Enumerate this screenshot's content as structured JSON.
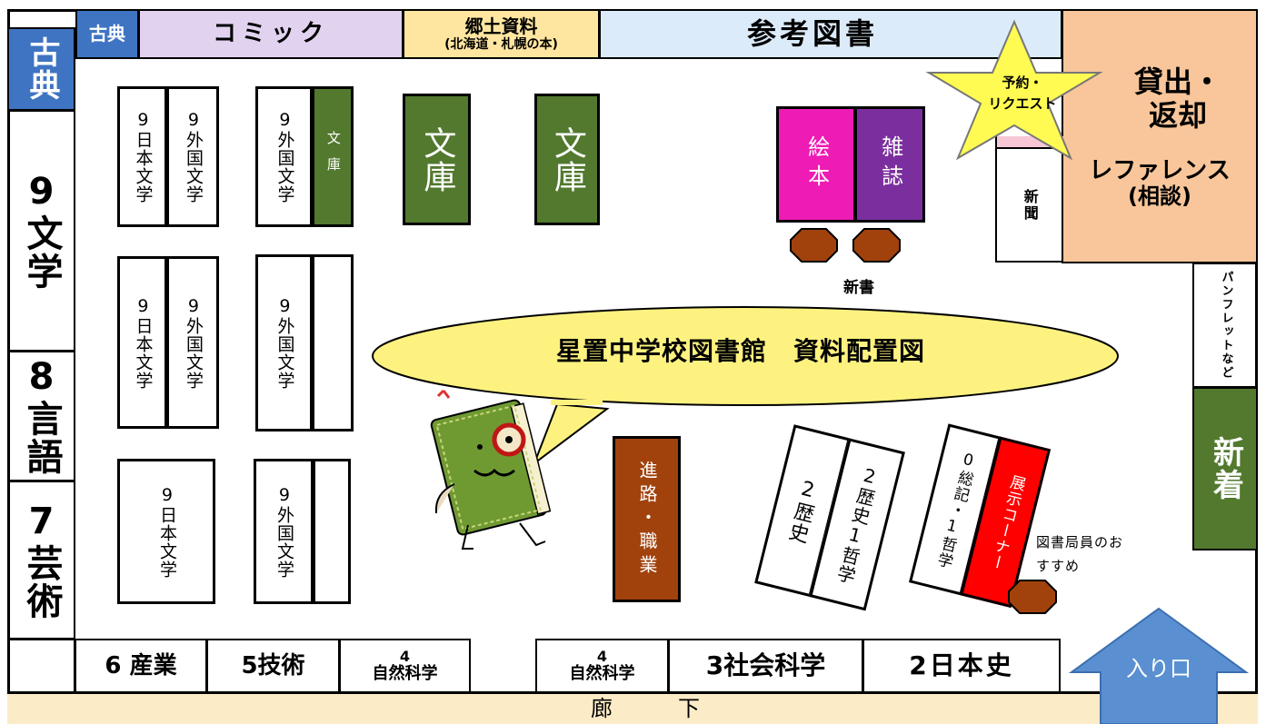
{
  "colors": {
    "purple_band": "#e1d3f0",
    "yellow_band": "#ffe6a0",
    "blue_band": "#dcebfa",
    "blue_cell": "#3f74c2",
    "orange": "#f8c69a",
    "green": "#52792e",
    "magenta": "#ee1bb4",
    "violet": "#7b2f9e",
    "brown": "#a1420d",
    "red": "#ff0000",
    "bubble": "#fdf280",
    "star": "#fffb52",
    "hallway": "#fbecc7",
    "entrance": "#5a90d1"
  },
  "title": "星置中学校図書館　資料配置図",
  "top": {
    "koten": "古典",
    "comic": "コミック",
    "kyodo": "郷土資料",
    "kyodo_sub": "(北海道・札幌の本)",
    "sanko": "参考図書"
  },
  "left": {
    "koten_blue": "古典",
    "bungaku": "9文学",
    "gengo": "8言語",
    "geijutsu": "7芸術"
  },
  "right": {
    "kashidashi": "貸出・返却",
    "reference": "レファレンス",
    "reference_sub": "(相談)",
    "yoyaku": "予約・",
    "request": "リクエスト",
    "shinbun": "新聞",
    "pamphlet": "パンフレットなど",
    "shinchaku": "新着",
    "entrance": "入り口"
  },
  "shelves": {
    "nihon": "9日本文学",
    "gaikoku": "9外国文学",
    "bunko": "文庫",
    "ehon": "絵本",
    "zasshi": "雑誌",
    "shinsho": "新書",
    "shinro": "進路・職業",
    "rekishi": "2歴史",
    "rekishi_tetsu": "2歴史1哲学",
    "sokki_tetsu": "0総記・1哲学",
    "tenji": "展示コーナー",
    "osusume": "図書局員のおすすめ"
  },
  "bottom": {
    "sangyo": "6 産業",
    "gijutsu": "5技術",
    "shizen_num": "4",
    "shizen": "自然科学",
    "shakai": "3社会科学",
    "nihonshi": "2日本史"
  },
  "hallway": "廊　　　下"
}
